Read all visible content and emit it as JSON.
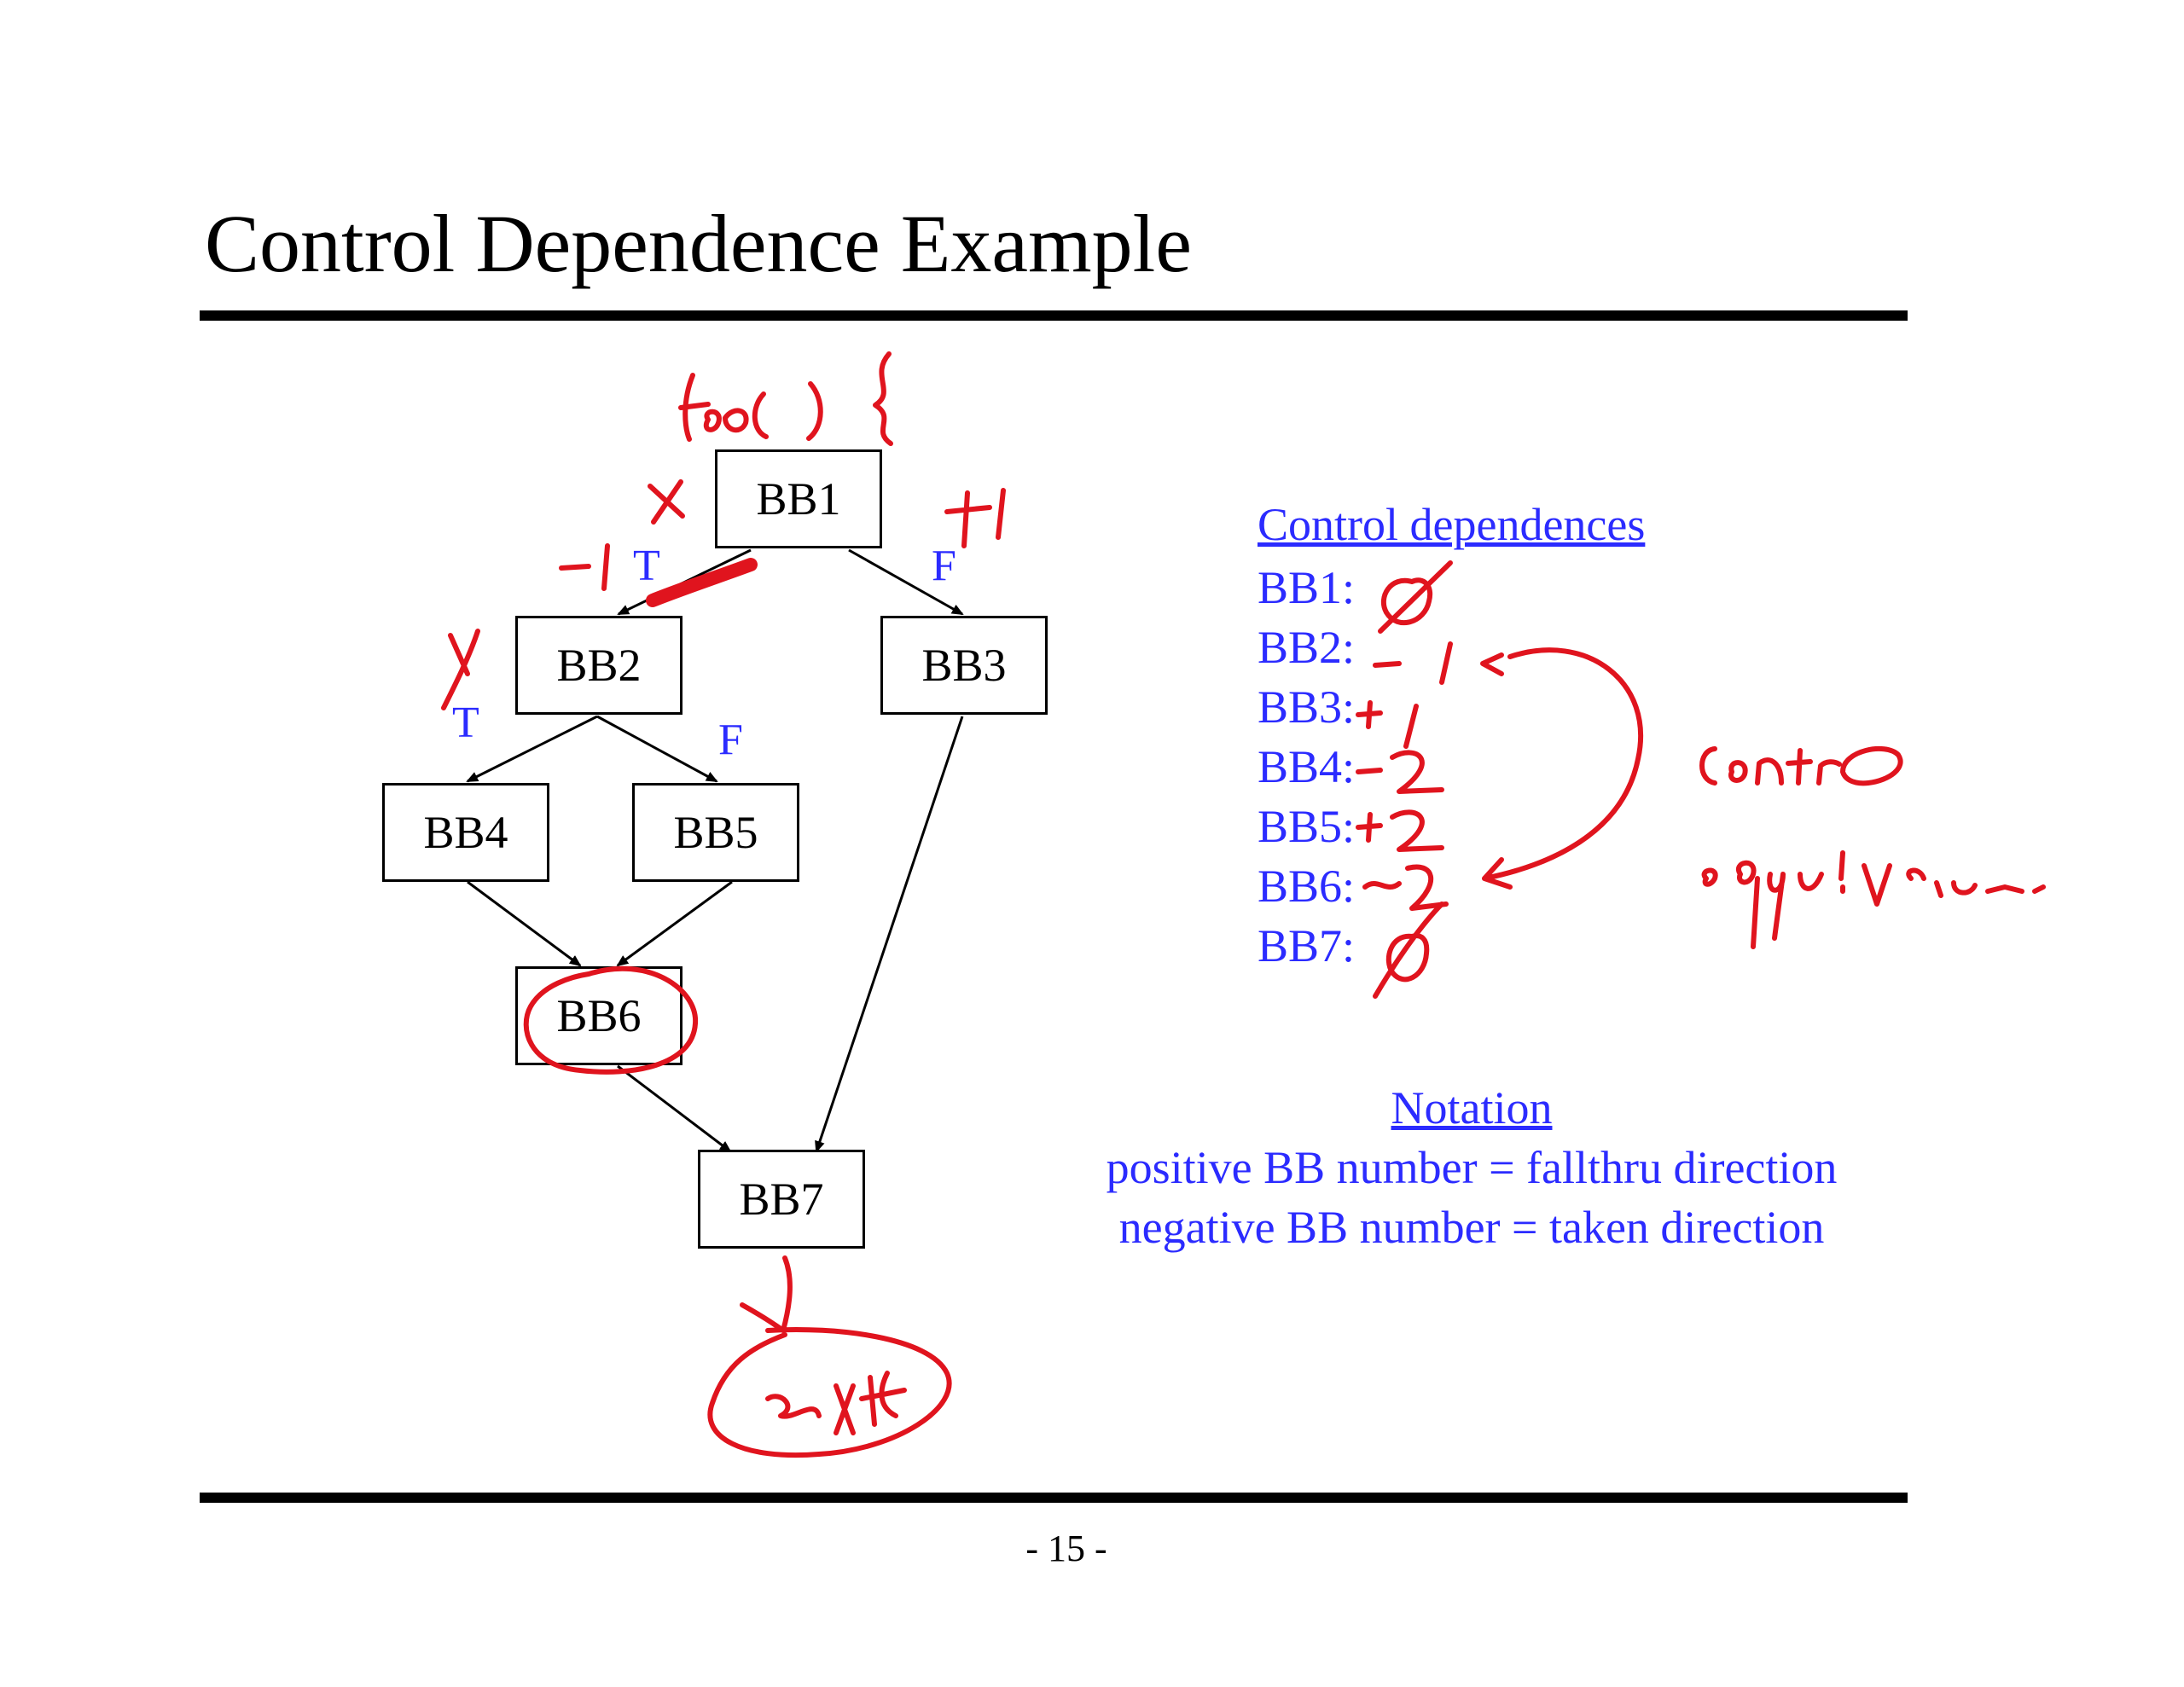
{
  "slide": {
    "title": "Control Dependence Example",
    "page_number": "- 15 -"
  },
  "cfg": {
    "nodes": [
      "BB1",
      "BB2",
      "BB3",
      "BB4",
      "BB5",
      "BB6",
      "BB7"
    ],
    "edge_labels": {
      "bb1_true": "T",
      "bb1_false": "F",
      "bb2_true": "T",
      "bb2_false": "F"
    }
  },
  "control_dependences": {
    "heading": "Control dependences",
    "rows": [
      "BB1:",
      "BB2:",
      "BB3:",
      "BB4:",
      "BB5:",
      "BB6:",
      "BB7:"
    ]
  },
  "notation": {
    "heading": "Notation",
    "line1": "positive BB number = fallthru direction",
    "line2": "negative BB number = taken direction"
  },
  "colors": {
    "text_blue": "#2b2bff",
    "ink_red": "#e0141e",
    "box_border": "#000000"
  }
}
